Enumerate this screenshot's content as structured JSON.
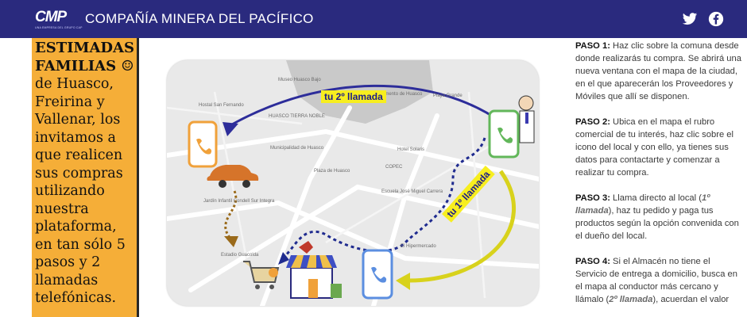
{
  "header": {
    "logo_text": "CMP",
    "logo_subtext": "UNA EMPRESA DEL GRUPO CAP",
    "title": "COMPAÑÍA MINERA DEL PACÍFICO",
    "social": [
      "twitter-icon",
      "facebook-icon"
    ]
  },
  "colors": {
    "header_bg": "#2a2a7e",
    "panel_bg": "#f5ae38",
    "label_bg": "#f7ee1f"
  },
  "side_panel": {
    "line1": "ESTIMADAS",
    "line2": "FAMILIAS ☺",
    "body": "de Huasco, Freirina y Vallenar, los invitamos a que realicen sus compras utilizando nuestra plataforma, en tan sólo 5 pasos y 2 llamadas telefónicas."
  },
  "map": {
    "call_2_label": "tu 2º llamada",
    "call_1_label": "tu 1º llamada",
    "labels": {
      "l1": "Museo Huasco Bajo",
      "l2": "Las Monumento de Huasco",
      "l3": "Playa Grande",
      "l4": "Hostal San Fernando",
      "l5": "HUASCO TIERRA NOBLE",
      "l6": "Municipalidad de Huasco",
      "l7": "Plaza de Huasco",
      "l8": "COPEC",
      "l9": "Escuela José Miguel Carrera",
      "l10": "Jardín Infantil Condell Sur Integra",
      "l11": "Estadio Guacolda",
      "l12": "El Hipermercado",
      "l13": "Hotel Solaris"
    }
  },
  "steps": [
    {
      "title": "PASO 1:",
      "pre": "Haz clic sobre la comuna desde donde realizarás tu compra. Se abrirá una nueva ventana con el mapa de la ciudad, en el que aparecerán los Proveedores y Móviles que allí se disponen.",
      "em": "",
      "post": ""
    },
    {
      "title": "PASO 2:",
      "pre": "Ubica en el mapa el rubro  comercial de tu interés, haz clic sobre el icono del local y con ello, ya tienes sus datos para contactarte y comenzar a realizar tu compra.",
      "em": "",
      "post": ""
    },
    {
      "title": "PASO 3:",
      "pre": "Llama directo al local (",
      "em": "1º llamada",
      "post": "), haz tu pedido y paga tus productos según la opción convenida con el dueño del local."
    },
    {
      "title": "PASO 4:",
      "pre": "Si el Almacén no tiene el Servicio de entrega a domicilio, busca en el mapa al conductor más cercano y llámalo (",
      "em": "2º llamada",
      "post": "), acuerdan el valor"
    }
  ]
}
